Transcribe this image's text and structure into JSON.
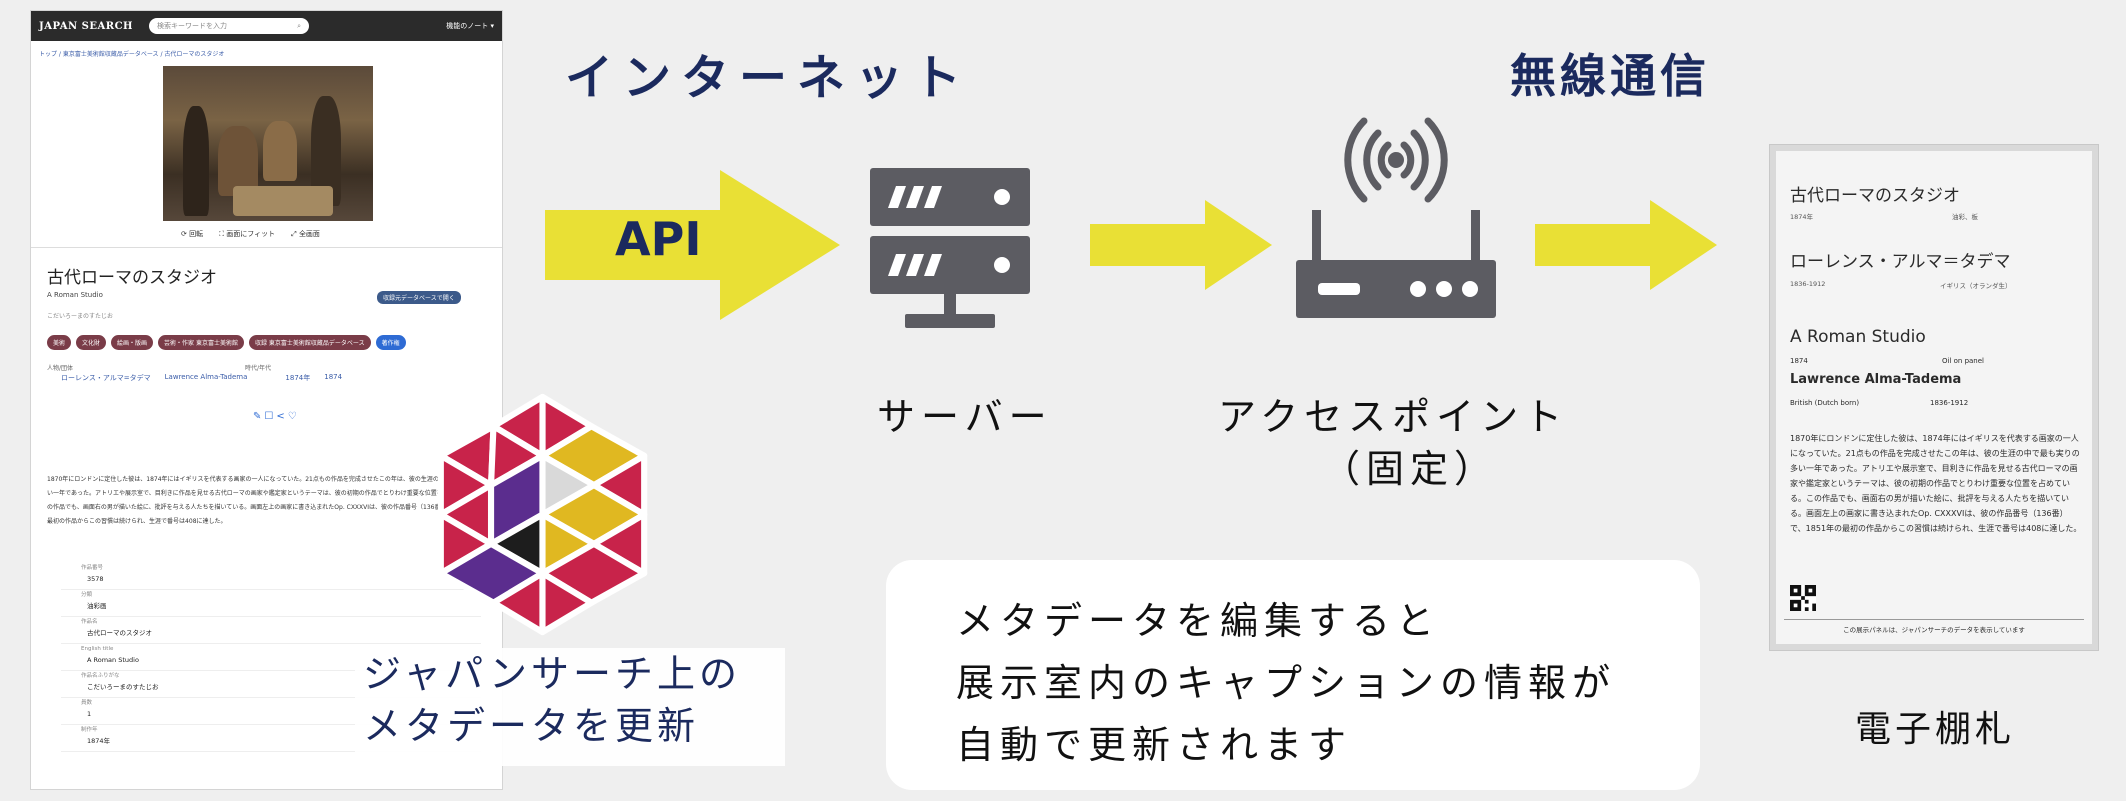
{
  "labels": {
    "internet": "インターネット",
    "wireless": "無線通信",
    "api": "API",
    "server": "サーバー",
    "access_point_line1": "アクセスポイント",
    "access_point_line2": "（固定）",
    "electronic_tag": "電子棚札",
    "update_line1": "ジャパンサーチ上の",
    "update_line2": "メタデータを更新",
    "note_line1": "メタデータを編集すると",
    "note_line2": "展示室内のキャプションの情報が",
    "note_line3": "自動で更新されます"
  },
  "colors": {
    "arrow": "#e9e035",
    "label_navy": "#1b2a5e",
    "icon_gray": "#5c5c62",
    "logo_red": "#c8234a",
    "logo_purple": "#5b2d8e",
    "logo_yellow": "#e0b821"
  },
  "japan_search": {
    "logo": "JAPAN SEARCH",
    "search_placeholder": "検索キーワードを入力",
    "note_menu": "機能のノート ▾",
    "breadcrumb": "トップ / 東京富士美術館収蔵品データベース / 古代ローマのスタジオ",
    "tools": [
      "回転",
      "画面にフィット",
      "全画面"
    ],
    "title": "古代ローマのスタジオ",
    "subtitle": "A Roman Studio",
    "reading": "こだいろーまのすたじお",
    "db_badge": "収録元データベースで開く",
    "tags": [
      "美術",
      "文化財",
      "絵画・版画",
      "芸術・作家 東京富士美術館",
      "収録 東京富士美術館収蔵品データベース",
      "著作権"
    ],
    "meta_labels": [
      "人物/団体",
      "時代/年代"
    ],
    "meta_values": [
      "ローレンス・アルマ=タデマ",
      "Lawrence Alma-Tadema",
      "1874年",
      "1874"
    ],
    "description": "1870年にロンドンに定住した彼は、1874年にはイギリスを代表する画家の一人になっていた。21点もの作品を完成させたこの年は、彼の生涯の中で最も実りの多い一年であった。アトリエや展示室で、目利きに作品を見せる古代ローマの画家や鑑定家というテーマは、彼の初期の作品でとりわけ重要な位置を占めている。この作品でも、画面右の男が描いた絵に、批評を与える人たちを描いている。画面左上の画家に書き込まれたOp. CXXXVIは、彼の作品番号（136番）で、1851年の最初の作品からこの習慣は続けられ、生涯で番号は408に達した。",
    "fields": [
      {
        "label": "作品番号",
        "value": "3578"
      },
      {
        "label": "分類",
        "value": "油彩画"
      },
      {
        "label": "作品名",
        "value": "古代ローマのスタジオ"
      },
      {
        "label": "English title",
        "value": "A Roman Studio"
      },
      {
        "label": "作品名ふりがな",
        "value": "こだいろーまのすたじお"
      },
      {
        "label": "員数",
        "value": "1"
      },
      {
        "label": "制作年",
        "value": "1874年"
      }
    ]
  },
  "epaper": {
    "title_ja": "古代ローマのスタジオ",
    "date_ja": "1874年",
    "medium_ja": "油彩、板",
    "artist_ja": "ローレンス・アルマ＝タデマ",
    "life_ja": "1836-1912",
    "nationality_ja": "イギリス（オランダ生）",
    "title_en": "A Roman Studio",
    "date_en": "1874",
    "medium_en": "Oil on panel",
    "artist_en": "Lawrence Alma-Tadema",
    "nationality_en": "British (Dutch born)",
    "life_en": "1836-1912",
    "body": "1870年にロンドンに定住した彼は、1874年にはイギリスを代表する画家の一人になっていた。21点もの作品を完成させたこの年は、彼の生涯の中で最も実りの多い一年であった。アトリエや展示室で、目利きに作品を見せる古代ローマの画家や鑑定家というテーマは、彼の初期の作品でとりわけ重要な位置を占めている。この作品でも、画面右の男が描いた絵に、批評を与える人たちを描いている。画面左上の画家に書き込まれたOp. CXXXVIは、彼の作品番号（136番）で、1851年の最初の作品からこの習慣は続けられ、生涯で番号は408に達した。",
    "footer": "この展示パネルは、ジャパンサーチのデータを表示しています"
  },
  "icons": {
    "server": "server-icon",
    "access_point": "wifi-router-icon",
    "logo": "japan-search-hexagon-logo",
    "qr": "qr-code-icon"
  }
}
